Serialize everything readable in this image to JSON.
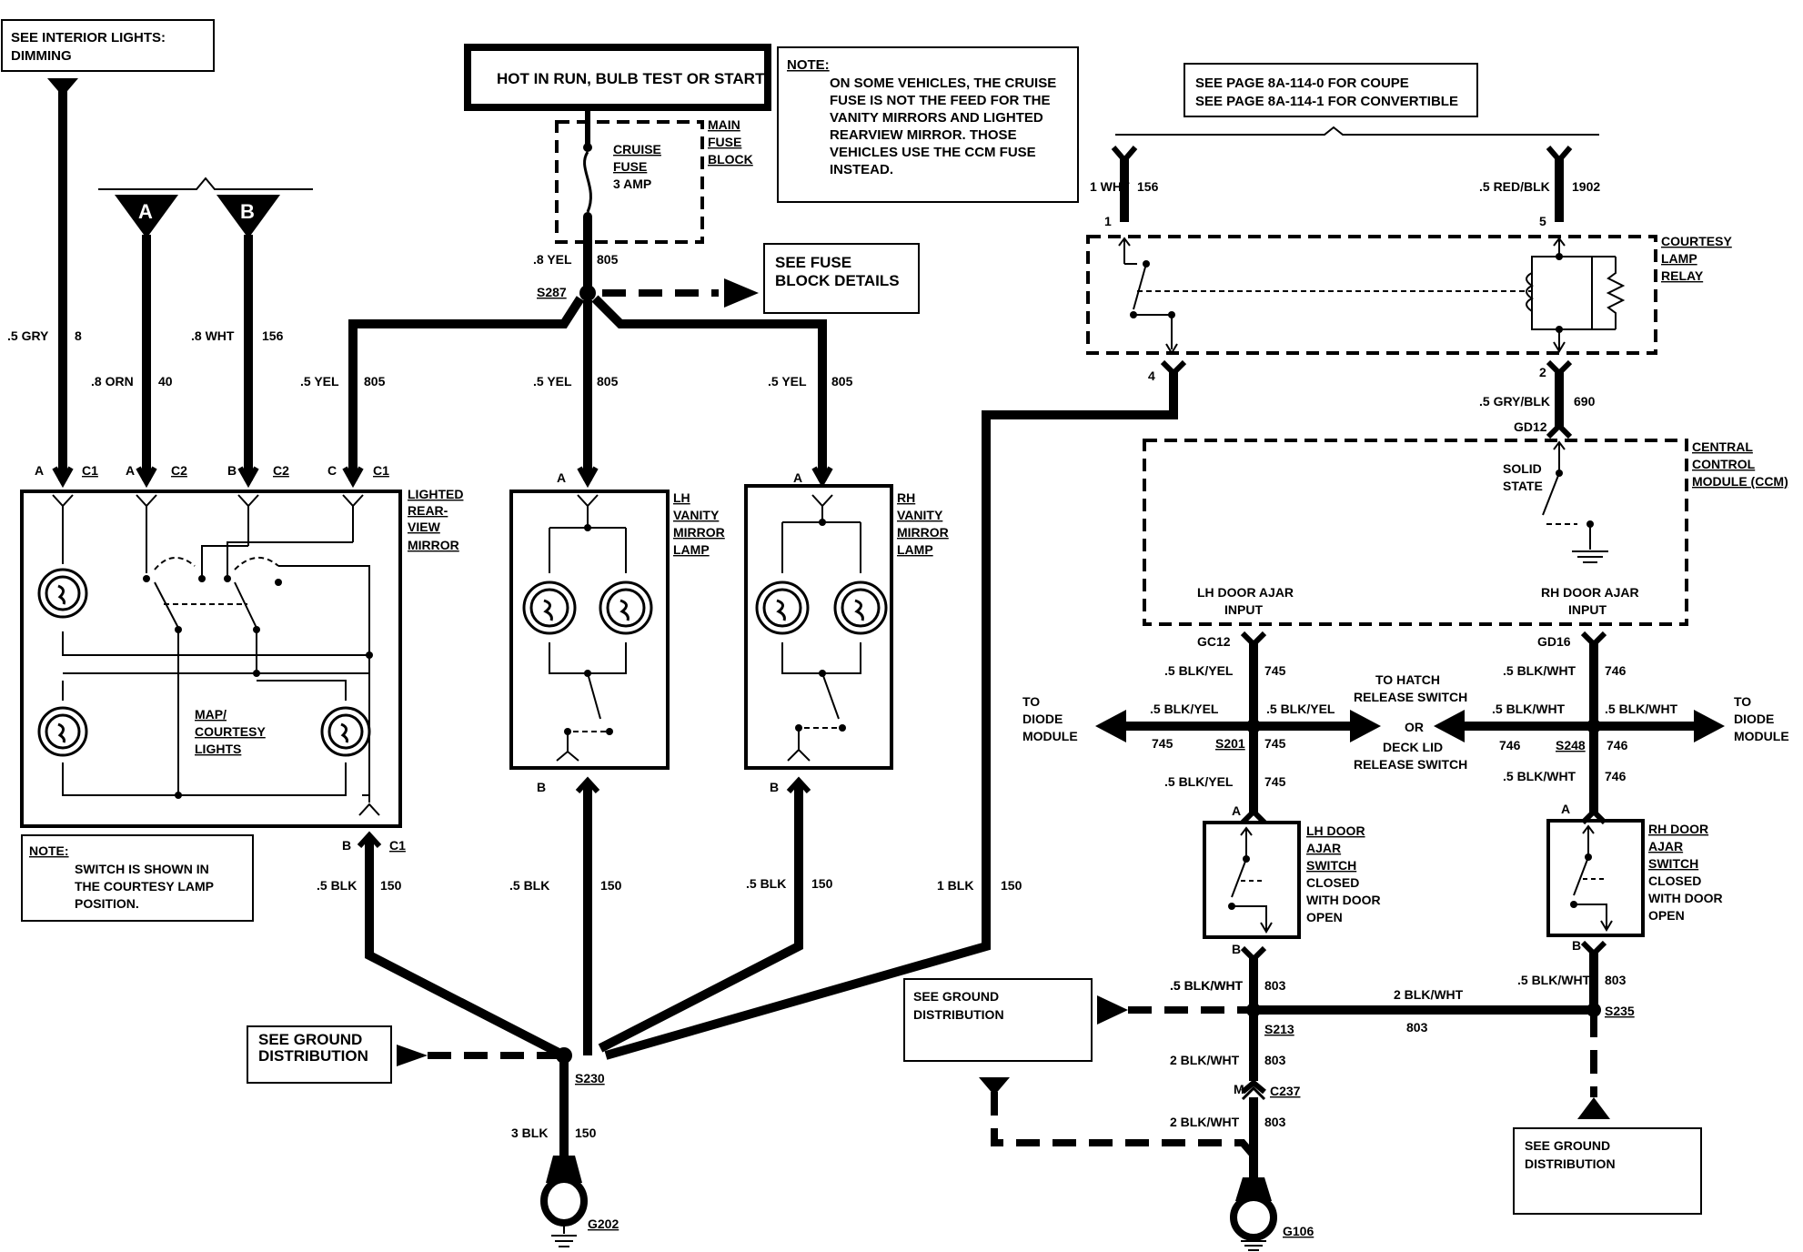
{
  "notes": {
    "interior_lights": [
      "SEE INTERIOR LIGHTS:",
      "DIMMING"
    ],
    "hot_in_run": "HOT IN RUN, BULB TEST OR START",
    "cruise_note_title": "NOTE:",
    "cruise_note": [
      "ON SOME VEHICLES, THE CRUISE",
      "FUSE IS NOT THE FEED FOR THE",
      "VANITY MIRRORS AND LIGHTED",
      "REARVIEW MIRROR. THOSE",
      "VEHICLES USE THE CCM FUSE",
      "INSTEAD."
    ],
    "page_ref": [
      "SEE PAGE 8A-114-0 FOR COUPE",
      "SEE PAGE 8A-114-1 FOR CONVERTIBLE"
    ],
    "fuse_details": [
      "SEE FUSE",
      "BLOCK DETAILS"
    ],
    "switch_note_title": "NOTE:",
    "switch_note": [
      "SWITCH IS SHOWN IN",
      "THE COURTESY LAMP",
      "POSITION."
    ],
    "ground_dist_left": [
      "SEE GROUND",
      "DISTRIBUTION"
    ],
    "ground_dist_mid": [
      "SEE GROUND",
      "DISTRIBUTION"
    ],
    "ground_dist_right": [
      "SEE GROUND",
      "DISTRIBUTION"
    ]
  },
  "components": {
    "cruise_fuse": [
      "CRUISE",
      "FUSE",
      "3 AMP"
    ],
    "main_fuse_block": [
      "MAIN",
      "FUSE",
      "BLOCK"
    ],
    "lighted_mirror": [
      "LIGHTED",
      "REAR-",
      "VIEW",
      "MIRROR"
    ],
    "map_courtesy": [
      "MAP/",
      "COURTESY",
      "LIGHTS"
    ],
    "lh_vanity": [
      "LH",
      "VANITY",
      "MIRROR",
      "LAMP"
    ],
    "rh_vanity": [
      "RH",
      "VANITY",
      "MIRROR",
      "LAMP"
    ],
    "courtesy_relay": [
      "COURTESY",
      "LAMP",
      "RELAY"
    ],
    "ccm": [
      "CENTRAL",
      "CONTROL",
      "MODULE (CCM)"
    ],
    "solid_state": [
      "SOLID",
      "STATE"
    ],
    "lh_door_input": [
      "LH DOOR AJAR",
      "INPUT"
    ],
    "rh_door_input": [
      "RH DOOR AJAR",
      "INPUT"
    ],
    "lh_door_switch": [
      "LH DOOR",
      "AJAR",
      "SWITCH",
      "CLOSED",
      "WITH DOOR",
      "OPEN"
    ],
    "rh_door_switch": [
      "RH DOOR",
      "AJAR",
      "SWITCH",
      "CLOSED",
      "WITH DOOR",
      "OPEN"
    ],
    "to_diode_left": [
      "TO",
      "DIODE",
      "MODULE"
    ],
    "to_diode_right": [
      "TO",
      "DIODE",
      "MODULE"
    ],
    "to_hatch": [
      "TO HATCH",
      "RELEASE SWITCH",
      "OR",
      "DECK LID",
      "RELEASE SWITCH"
    ]
  },
  "connectors": {
    "A": "A",
    "B": "B",
    "C": "C",
    "M": "M",
    "C1": "C1",
    "C2": "C2",
    "pin1": "1",
    "pin5": "5",
    "pin4": "4",
    "pin2": "2",
    "GD12": "GD12",
    "GC12": "GC12",
    "GD16": "GD16",
    "C237": "C237"
  },
  "wires": {
    "w_gry": ".5 GRY",
    "c_8": "8",
    "w_orn": ".8 ORN",
    "c_40": "40",
    "w_wht": ".8 WHT",
    "c_156": "156",
    "w_yel5": ".5 YEL",
    "c_805": "805",
    "w_yel8": ".8 YEL",
    "w_1wht": "1 WHT",
    "w_redblk": ".5 RED/BLK",
    "c_1902": "1902",
    "w_gryblk": ".5 GRY/BLK",
    "c_690": "690",
    "w_blkyel": ".5 BLK/YEL",
    "c_745": "745",
    "w_blkwht": ".5 BLK/WHT",
    "c_746": "746",
    "w_blk5": ".5 BLK",
    "c_150": "150",
    "w_1blk": "1 BLK",
    "w_3blk": "3 BLK",
    "w_2blkwht": "2 BLK/WHT",
    "c_803": "803"
  },
  "splices": {
    "s287": "S287",
    "s201": "S201",
    "s248": "S248",
    "s213": "S213",
    "s235": "S235",
    "s230": "S230"
  },
  "grounds": {
    "g202": "G202",
    "g106": "G106"
  }
}
